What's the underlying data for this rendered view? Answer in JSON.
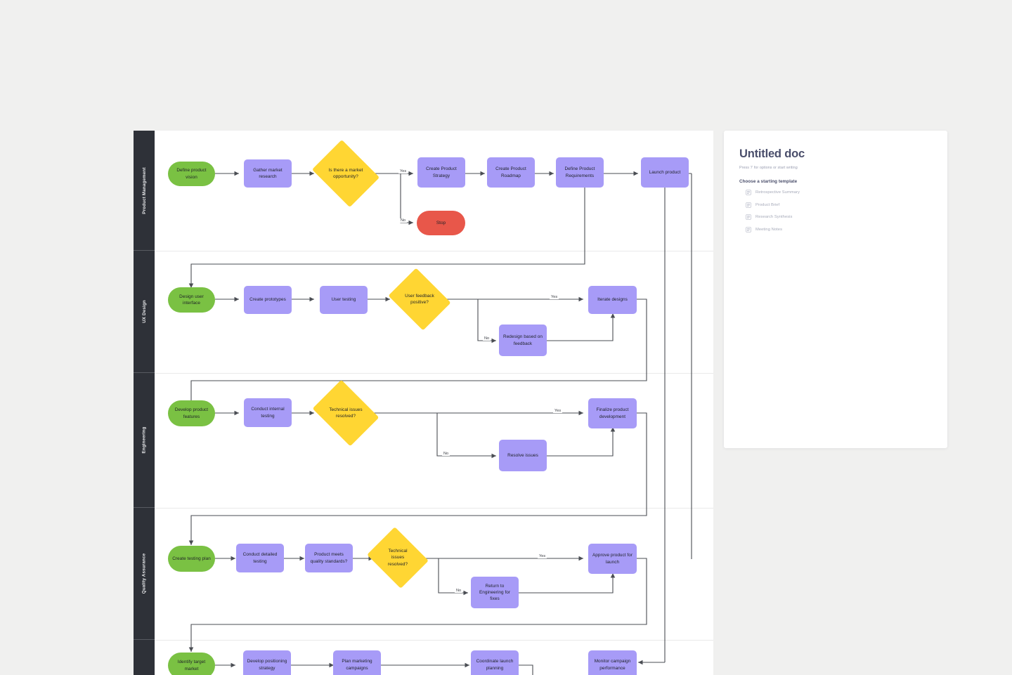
{
  "canvas": {
    "lanes": [
      {
        "id": "product-management",
        "label": "Product Management"
      },
      {
        "id": "ux-design",
        "label": "UX Design"
      },
      {
        "id": "engineering",
        "label": "Engineering"
      },
      {
        "id": "quality-assurance",
        "label": "Quality Assurance"
      },
      {
        "id": "marketing",
        "label": ""
      }
    ],
    "nodes": [
      {
        "id": "define-product-vision",
        "label": "Define product vision",
        "type": "terminator"
      },
      {
        "id": "gather-market-research",
        "label": "Gather market research",
        "type": "process"
      },
      {
        "id": "is-there-market-opportunity",
        "label": "Is there a market opportunity?",
        "type": "decision"
      },
      {
        "id": "create-product-strategy",
        "label": "Create Product Strategy",
        "type": "process"
      },
      {
        "id": "create-product-roadmap",
        "label": "Create  Product Roadmap",
        "type": "process"
      },
      {
        "id": "define-product-requirements",
        "label": "Define Product Requirements",
        "type": "process"
      },
      {
        "id": "launch-product",
        "label": "Launch product",
        "type": "process"
      },
      {
        "id": "stop",
        "label": "Stop",
        "type": "stop"
      },
      {
        "id": "design-user-interface",
        "label": "Design user interface",
        "type": "terminator"
      },
      {
        "id": "create-prototypes",
        "label": "Create prototypes",
        "type": "process"
      },
      {
        "id": "user-testing",
        "label": "User testing",
        "type": "process"
      },
      {
        "id": "user-feedback-positive",
        "label": "User feedback positive?",
        "type": "decision"
      },
      {
        "id": "iterate-designs",
        "label": "Iterate designs",
        "type": "process"
      },
      {
        "id": "redesign-based-on-feedback",
        "label": "Redesign based on feedback",
        "type": "process"
      },
      {
        "id": "develop-product-features",
        "label": "Develop product features",
        "type": "terminator"
      },
      {
        "id": "conduct-internal-testing",
        "label": "Conduct internal testing",
        "type": "process"
      },
      {
        "id": "technical-issues-resolved-eng",
        "label": "Technical issues resolved?",
        "type": "decision"
      },
      {
        "id": "finalize-product-development",
        "label": "Finalize product development",
        "type": "process"
      },
      {
        "id": "resolve-issues",
        "label": "Resolve issues",
        "type": "process"
      },
      {
        "id": "create-testing-plan",
        "label": "Create testing plan",
        "type": "terminator"
      },
      {
        "id": "conduct-detailed-testing",
        "label": "Conduct detailed testing",
        "type": "process"
      },
      {
        "id": "product-meets-quality-standards",
        "label": "Product meets quality standards?",
        "type": "process"
      },
      {
        "id": "technical-issues-resolved-qa",
        "label": "Technical issues resolved?",
        "type": "decision"
      },
      {
        "id": "approve-product-for-launch",
        "label": "Approve product for launch",
        "type": "process"
      },
      {
        "id": "return-to-engineering",
        "label": "Return to Engineering for fixes",
        "type": "process"
      },
      {
        "id": "identify-target-market",
        "label": "Identify target market",
        "type": "terminator"
      },
      {
        "id": "develop-positioning-strategy",
        "label": "Develop positioning strategy",
        "type": "process"
      },
      {
        "id": "plan-marketing-campaigns",
        "label": "Plan marketing campaigns",
        "type": "process"
      },
      {
        "id": "coordinate-launch-planning",
        "label": "Coordinate launch planning",
        "type": "process"
      },
      {
        "id": "monitor-campaign-performance",
        "label": "Monitor campaign performance",
        "type": "process"
      }
    ],
    "edge_labels": [
      {
        "id": "pm-yes",
        "text": "Yes"
      },
      {
        "id": "pm-no",
        "text": "No"
      },
      {
        "id": "ux-yes",
        "text": "Yes"
      },
      {
        "id": "ux-no",
        "text": "No"
      },
      {
        "id": "eng-yes",
        "text": "Yes"
      },
      {
        "id": "eng-no",
        "text": "No"
      },
      {
        "id": "qa-yes",
        "text": "Yes"
      },
      {
        "id": "qa-no",
        "text": "No"
      }
    ],
    "colors": {
      "terminator": "#7ac143",
      "process": "#a79bf7",
      "decision": "#ffd633",
      "stop": "#e8574a",
      "lane_header": "#2e3138",
      "canvas": "#ffffff",
      "connector": "#4a4d53"
    }
  },
  "doc_panel": {
    "title": "Untitled doc",
    "hint": "Press '/' for options or start writing",
    "section_title": "Choose a starting template",
    "templates": [
      {
        "id": "retrospective-summary",
        "label": "Retrospective Summary",
        "icon": "document-icon"
      },
      {
        "id": "product-brief",
        "label": "Product Brief",
        "icon": "document-icon"
      },
      {
        "id": "research-synthesis",
        "label": "Research Synthesis",
        "icon": "document-icon"
      },
      {
        "id": "meeting-notes",
        "label": "Meeting Notes",
        "icon": "document-icon"
      }
    ]
  }
}
